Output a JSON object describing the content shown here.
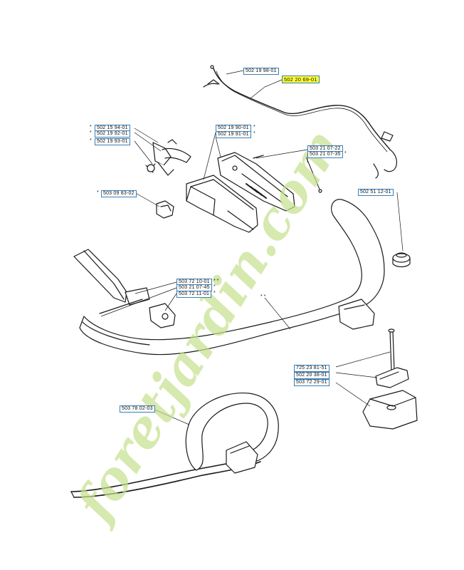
{
  "labels": {
    "p1": "502 19 98-01",
    "p2": "502 20 69-01",
    "p3": "502 15 94-01",
    "p4": "502 19 92-01",
    "p5": "502 19 93-01",
    "p6": "502 19 90-01",
    "p7": "502 19 91-01",
    "p8": "503 21 07-22",
    "p9": "503 21 07-35",
    "p10": "503 09 83-02",
    "p11": "502 51 12-01",
    "p12": "503 72 10-01",
    "p13": "503 21 07-45",
    "p14": "503 72 11-01",
    "p15": "725 23 81-51",
    "p16": "502 20 38-01",
    "p17": "503 72 29-01",
    "p18": "503 78 02-03"
  },
  "highlight_color": "#ffff33",
  "label_border_color": "#3a7fb8",
  "watermark_color": "#c5e08c"
}
